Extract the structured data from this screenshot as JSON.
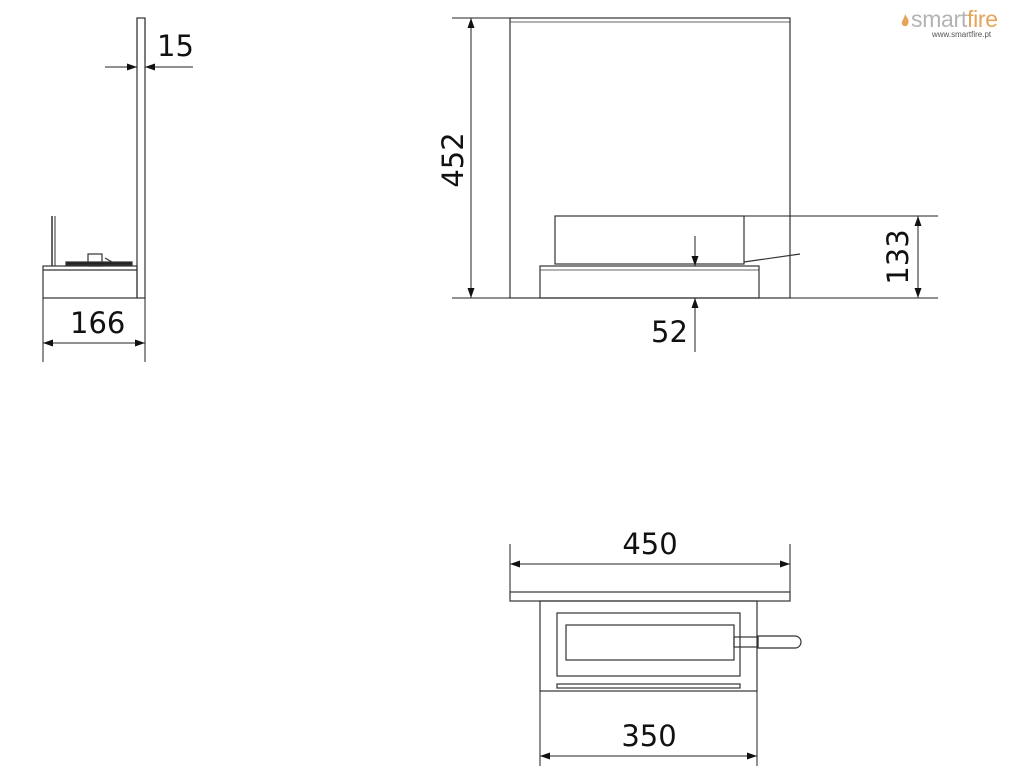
{
  "brand": {
    "name_part1": "smart",
    "name_part2": "fire",
    "website": "www.smartfire.pt",
    "colors": {
      "primary": "#b3b3b3",
      "accent": "#e6a35a"
    }
  },
  "dimensions": {
    "side_panel_thickness": "15",
    "side_depth": "166",
    "front_height": "452",
    "burner_height": "133",
    "base_height": "52",
    "top_width": "450",
    "base_width": "350"
  },
  "colors": {
    "line": "#333333",
    "dim_line": "#222222"
  }
}
